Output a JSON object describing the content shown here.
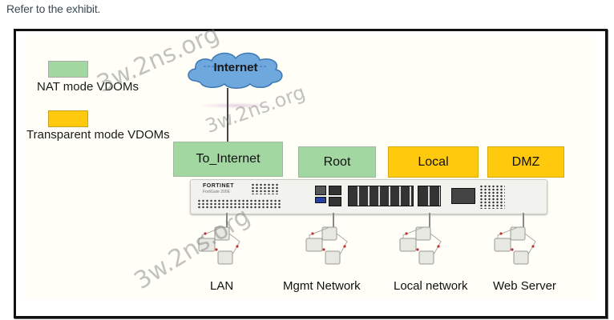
{
  "caption": "Refer to the exhibit.",
  "legend": {
    "nat": {
      "label": "NAT mode VDOMs",
      "color": "#a3d7a2"
    },
    "transparent": {
      "label": "Transparent mode VDOMs",
      "color": "#ffc90d"
    }
  },
  "internet": {
    "label": "Internet",
    "color": "#6fa8dc"
  },
  "device": {
    "brand": "FORTINET",
    "model": "FortiGate 200E"
  },
  "vdoms": [
    {
      "label": "To_Internet",
      "mode": "NAT"
    },
    {
      "label": "Root",
      "mode": "NAT"
    },
    {
      "label": "Local",
      "mode": "Transparent"
    },
    {
      "label": "DMZ",
      "mode": "Transparent"
    }
  ],
  "networks": [
    {
      "label": "LAN"
    },
    {
      "label": "Mgmt Network"
    },
    {
      "label": "Local network"
    },
    {
      "label": "Web Server"
    }
  ],
  "watermarks": [
    "3w.2ns.org",
    "3w.2ns.org",
    "3w.2ns.org"
  ]
}
